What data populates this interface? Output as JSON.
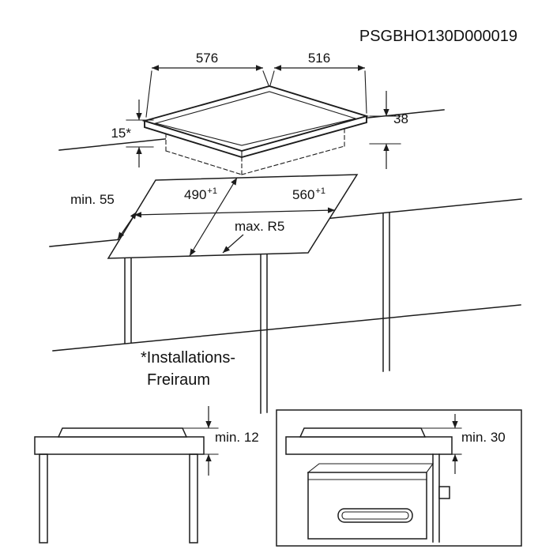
{
  "product_code": "PSGBHO130D000019",
  "hob": {
    "width": "576",
    "depth": "516",
    "height": "38",
    "clearance": "15*"
  },
  "cutout": {
    "min_front_distance": "min. 55",
    "depth_value": "490",
    "depth_tol": "+1",
    "width_value": "560",
    "width_tol": "+1",
    "corner_radius": "max. R5"
  },
  "footnote": {
    "line1": "*Installations-",
    "line2": "Freiraum"
  },
  "detail_left": {
    "min_clearance": "min. 12"
  },
  "detail_right": {
    "min_clearance": "min. 30"
  },
  "colors": {
    "line": "#1c1c1c",
    "background": "#ffffff"
  }
}
